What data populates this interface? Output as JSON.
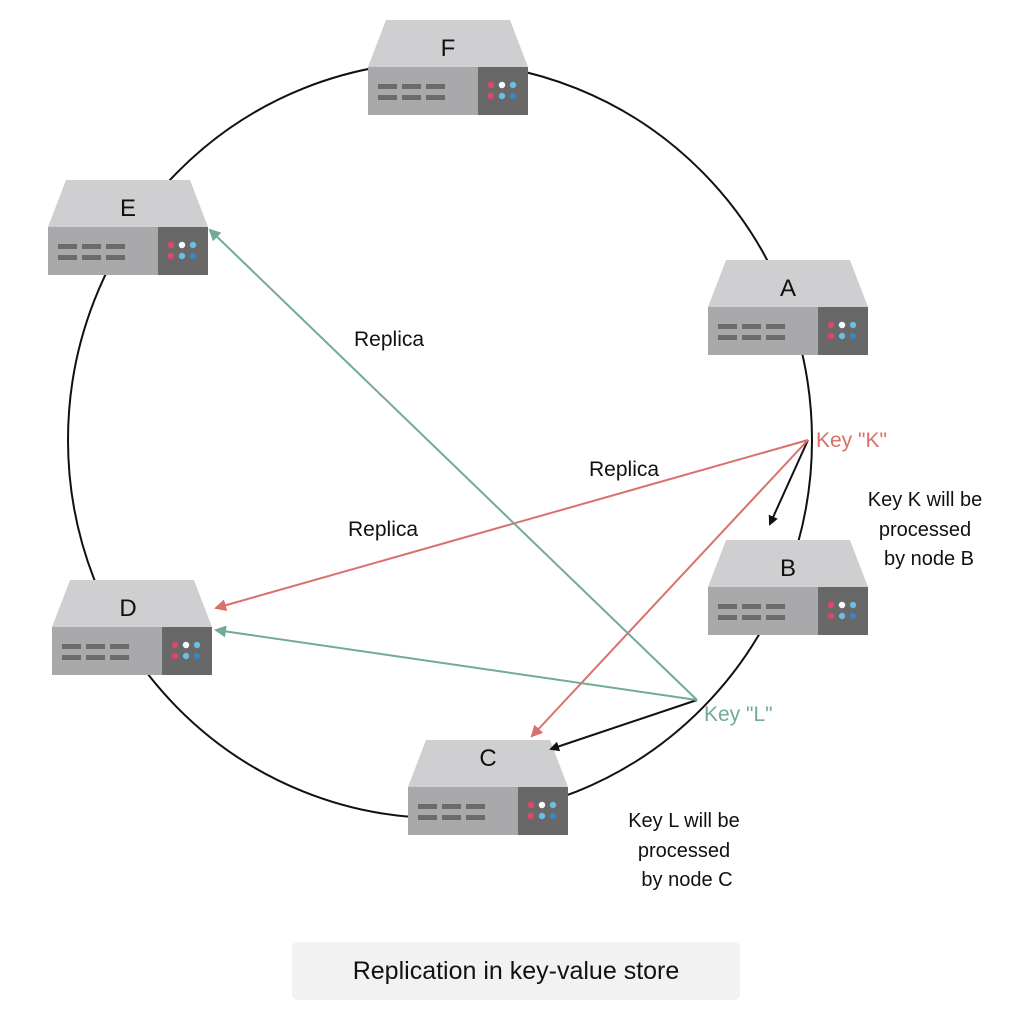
{
  "title": "Replication in key-value store",
  "nodes": {
    "A": "A",
    "B": "B",
    "C": "C",
    "D": "D",
    "E": "E",
    "F": "F"
  },
  "keys": {
    "k_label": "Key \"K\"",
    "l_label": "Key \"L\""
  },
  "notes": {
    "k_note": [
      "Key K will be",
      "processed",
      "by node B"
    ],
    "l_note": [
      "Key L will be",
      "processed",
      "by node C"
    ]
  },
  "replica_labels": {
    "upper": "Replica",
    "middle_right": "Replica",
    "middle_left": "Replica"
  },
  "colors": {
    "key_k": "#d9706a",
    "key_l": "#72a99a",
    "ring": "#111111",
    "server_top": "#cfcfd1",
    "server_front": "#a9a9ab",
    "server_panel": "#686868"
  }
}
